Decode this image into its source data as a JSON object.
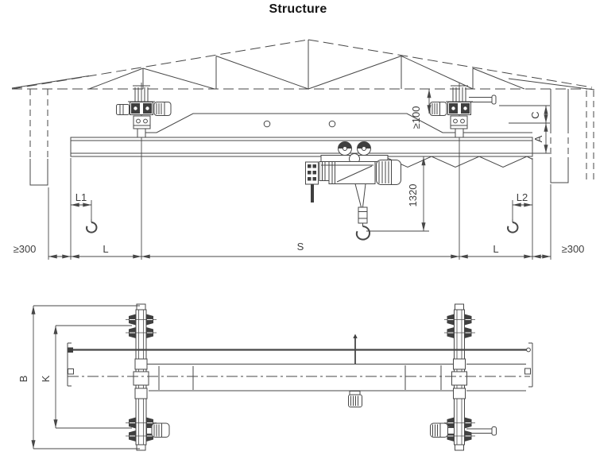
{
  "title": "Structure",
  "colors": {
    "line": "#474747",
    "text": "#3f3f3f",
    "background": "#ffffff"
  },
  "elevation": {
    "dims": {
      "roof_clearance": "≥100",
      "hook_lift": "1320",
      "c": "C",
      "a": "A",
      "l1": "L1",
      "l2": "L2",
      "left_clearance": "≥300",
      "left_overhang": "L",
      "span": "S",
      "right_overhang": "L",
      "right_clearance": "≥300"
    }
  },
  "plan": {
    "dims": {
      "b": "B",
      "k": "K"
    }
  }
}
